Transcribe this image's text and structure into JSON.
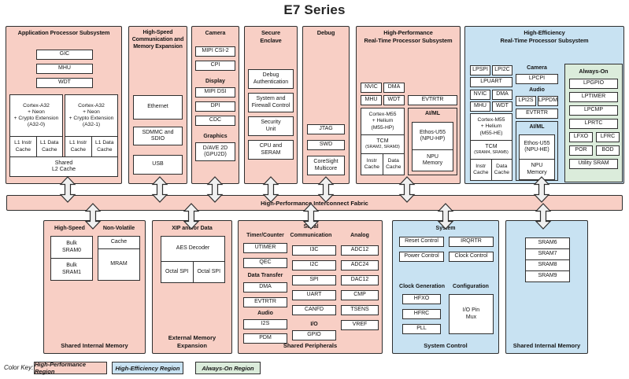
{
  "title": "E7 Series",
  "fabric_label": "High-Performance Interconnect Fabric",
  "colors": {
    "high_performance_region": "#f8cfc5",
    "high_efficiency_region": "#c8e2f2",
    "always_on_region": "#dbecdb",
    "border": "#2e2e2e"
  },
  "aps": {
    "title": "Application Processor Subsystem",
    "gic": "GIC",
    "mhu": "MHU",
    "wdt": "WDT",
    "core0": "Cortex-A32\n+ Neon\n+ Crypto Extension\n(A32-0)",
    "core1": "Cortex-A32\n+ Neon\n+ Crypto Extension\n(A32-1)",
    "l1i": "L1 Instr\nCache",
    "l1d": "L1 Data\nCache",
    "l2": "Shared\nL2 Cache"
  },
  "hscm": {
    "title": "High-Speed\nCommunication and\nMemory Expansion",
    "ethernet": "Ethernet",
    "sdmmc": "SDMMC and\nSDIO",
    "usb": "USB"
  },
  "cdg": {
    "camera_header": "Camera",
    "mipi_csi2": "MIPI CSI-2",
    "cpi": "CPI",
    "display_header": "Display",
    "mipi_dsi": "MIPI DSI",
    "dpi": "DPI",
    "cdc": "CDC",
    "graphics_header": "Graphics",
    "gpu": "D/AVE 2D\n(GPU2D)"
  },
  "secure": {
    "title": "Secure\nEnclave",
    "debug_auth": "Debug\nAuthentication",
    "firewall": "System and\nFirewall Control",
    "security_unit": "Security\nUnit",
    "cpu_seram": "CPU and\nSERAM"
  },
  "debug": {
    "title": "Debug",
    "jtag": "JTAG",
    "swd": "SWD",
    "coresight": "CoreSight\nMulticore"
  },
  "hprt": {
    "title": "High-Performance\nReal-Time Processor Subsystem",
    "nvic": "NVIC",
    "dma": "DMA",
    "mhu": "MHU",
    "wdt": "WDT",
    "evtrtr": "EVTRTR",
    "core": "Cortex-M55\n+ Helium\n(M55-HP)",
    "tcm": "TCM",
    "tcm_sub": "(SRAM2, SRAM3)",
    "icache": "Instr\nCache",
    "dcache": "Data\nCache",
    "aiml_header": "AI/ML",
    "npu": "Ethos-U55\n(NPU-HP)",
    "npu_mem": "NPU\nMemory"
  },
  "hert": {
    "title": "High-Efficiency\nReal-Time Processor Subsystem",
    "lpspi": "LPSPI",
    "lpi2c": "LPI2C",
    "lpuart": "LPUART",
    "nvic": "NVIC",
    "dma": "DMA",
    "mhu": "MHU",
    "wdt": "WDT",
    "core": "Cortex-M55\n+ Helium\n(M55-HE)",
    "tcm": "TCM",
    "tcm_sub": "(SRAM4, SRAM5)",
    "icache": "Instr\nCache",
    "dcache": "Data\nCache",
    "camera_header": "Camera",
    "lpcpi": "LPCPI",
    "audio_header": "Audio",
    "lpi2s": "LPI2S",
    "lppdm": "LPPDM",
    "evtrtr": "EVTRTR",
    "aiml_header": "AI/ML",
    "npu": "Ethos-U55\n(NPU-HE)",
    "npu_mem": "NPU\nMemory",
    "ao": {
      "title": "Always-On",
      "lpgpio": "LPGPIO",
      "lptimer": "LPTIMER",
      "lpcmp": "LPCMP",
      "lprtc": "LPRTC",
      "lfxo": "LFXO",
      "lfrc": "LFRC",
      "por": "POR",
      "bod": "BOD",
      "utility": "Utility SRAM"
    }
  },
  "sim_left": {
    "hs_header": "High-Speed",
    "nv_header": "Non-Volatile",
    "bulk0": "Bulk\nSRAM0",
    "bulk1": "Bulk\nSRAM1",
    "cache": "Cache",
    "mram": "MRAM",
    "footer": "Shared Internal Memory"
  },
  "eme": {
    "header": "XIP and/or Data",
    "aes": "AES Decoder",
    "ospi0": "Octal SPI",
    "ospi1": "Octal SPI",
    "footer": "External Memory\nExpansion"
  },
  "periph": {
    "serial_header_line1": "Serial",
    "tc_header": "Timer/Counter",
    "utimer": "UTIMER",
    "qec": "QEC",
    "dt_header": "Data Transfer",
    "dma": "DMA",
    "evtrtr": "EVTRTR",
    "audio_header": "Audio",
    "i2s": "I2S",
    "pdm": "PDM",
    "serial_header_line2": "Communication",
    "i3c": "I3C",
    "i2c": "I2C",
    "spi": "SPI",
    "uart": "UART",
    "canfd": "CANFD",
    "io_header": "I/O",
    "gpio": "GPIO",
    "analog_header": "Analog",
    "adc12": "ADC12",
    "adc24": "ADC24",
    "dac12": "DAC12",
    "cmp": "CMP",
    "tsens": "TSENS",
    "vref": "VREF",
    "footer": "Shared Peripherals"
  },
  "sysctl": {
    "system_header": "System",
    "reset": "Reset Control",
    "irqrtr": "IRQRTR",
    "power": "Power Control",
    "clockctl": "Clock Control",
    "clkgen_header": "Clock Generation",
    "hfxo": "HFXO",
    "hfrc": "HFRC",
    "pll": "PLL",
    "config_header": "Configuration",
    "iopinmux": "I/O Pin\nMux",
    "footer": "System Control"
  },
  "sim_right": {
    "sram6": "SRAM6",
    "sram7": "SRAM7",
    "sram8": "SRAM8",
    "sram9": "SRAM9",
    "footer": "Shared Internal Memory"
  },
  "color_key": {
    "label": "Color Key:",
    "hp": "High-Performance Region",
    "he": "High-Efficiency Region",
    "ao": "Always-On Region"
  }
}
